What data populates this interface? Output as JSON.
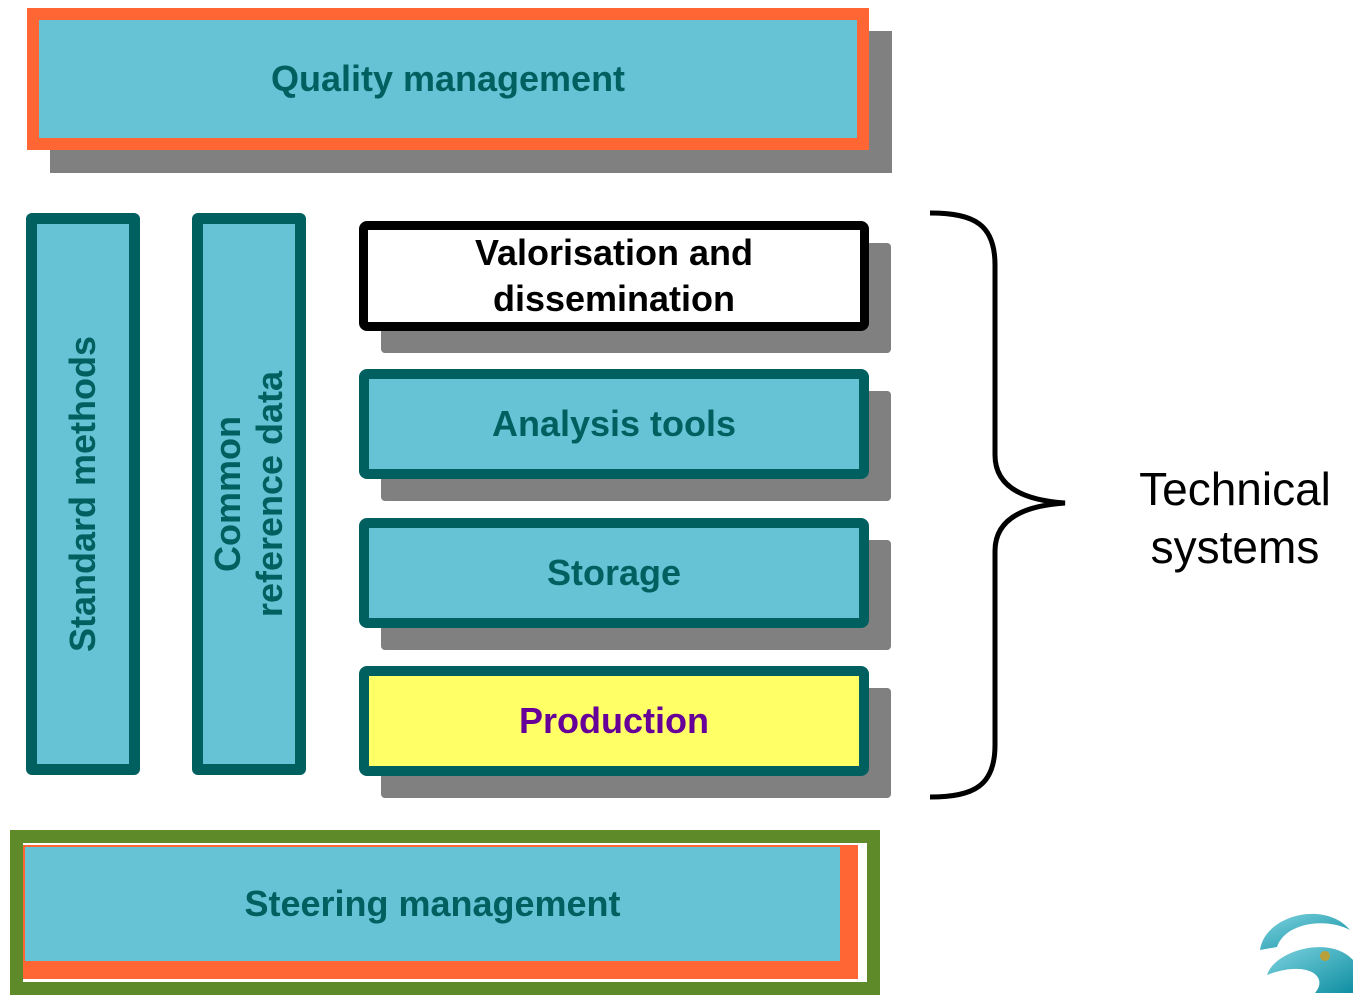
{
  "boxes": {
    "quality_management": "Quality management",
    "standard_methods": "Standard methods",
    "common_reference_data_line1": "Common",
    "common_reference_data_line2": "reference data",
    "valorisation_line1": "Valorisation and",
    "valorisation_line2": "dissemination",
    "analysis_tools": "Analysis tools",
    "storage": "Storage",
    "production": "Production",
    "steering_management": "Steering management"
  },
  "brace_label": {
    "line1": "Technical",
    "line2": "systems"
  },
  "colors": {
    "teal_fill": "#65c3d5",
    "teal_dark": "#006060",
    "orange": "#ff6633",
    "green": "#5e8a2a",
    "yellow": "#ffff66",
    "purple": "#660099",
    "shadow": "#808080"
  },
  "icons": {
    "logo": "swirl-logo-icon"
  }
}
